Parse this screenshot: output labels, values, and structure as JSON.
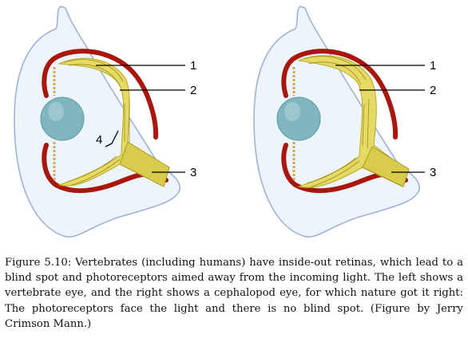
{
  "figure": {
    "left_eye": {
      "callouts": [
        "1",
        "2",
        "3",
        "4"
      ]
    },
    "right_eye": {
      "callouts": [
        "1",
        "2",
        "3"
      ]
    },
    "colors": {
      "eye_outline": "#9fb2d8",
      "eye_fill": "#eef4fb",
      "sclera": "#b0160c",
      "retina": "#c8b92c",
      "retina_fill": "#e5da64",
      "lens": "#7fb6c0",
      "ligament": "#d8a650"
    }
  },
  "caption": {
    "label": "Figure 5.10:",
    "text": "Vertebrates (including humans) have inside-out retinas, which lead to a blind spot and photoreceptors aimed away from the incoming light. The left shows a vertebrate eye, and the right shows a cephalopod eye, for which nature got it right: The photoreceptors face the light and there is no blind spot. (Figure by Jerry Crimson Mann.)"
  }
}
